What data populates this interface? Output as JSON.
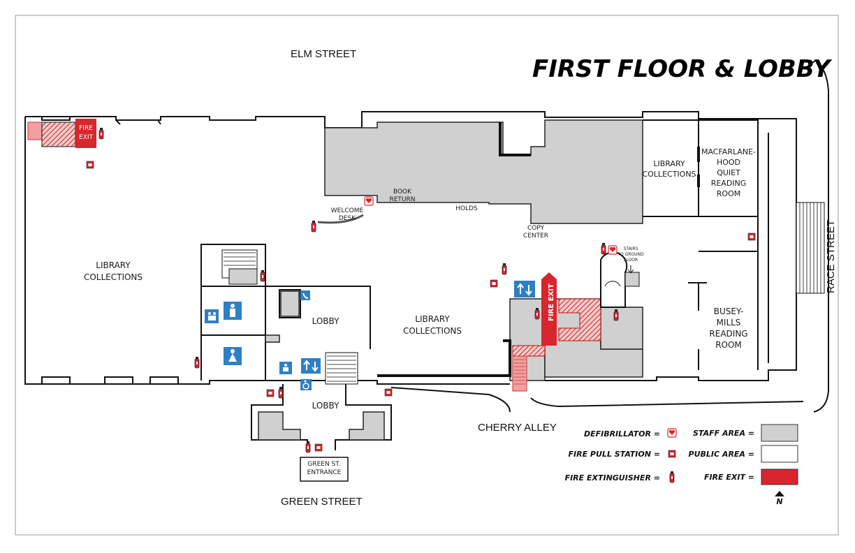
{
  "title": "FIRST FLOOR & LOBBY",
  "streets": {
    "north": "ELM STREET",
    "south": "GREEN STREET",
    "east": "RACE STREET",
    "alley": "CHERRY ALLEY"
  },
  "rooms": {
    "west_collections": [
      "LIBRARY",
      "COLLECTIONS"
    ],
    "center_collections": [
      "LIBRARY",
      "COLLECTIONS"
    ],
    "north_collections": [
      "LIBRARY",
      "COLLECTIONS"
    ],
    "macfarlane": [
      "MACFARLANE-",
      "HOOD",
      "QUIET",
      "READING",
      "ROOM"
    ],
    "busey": [
      "BUSEY-",
      "MILLS",
      "READING",
      "ROOM"
    ],
    "lobby_upper": "LOBBY",
    "lobby_lower": "LOBBY",
    "book_return": [
      "BOOK",
      "RETURN"
    ],
    "holds": "HOLDS",
    "welcome_desk": [
      "WELCOME",
      "DESK"
    ],
    "copy_center": [
      "COPY",
      "CENTER"
    ],
    "stairs_ground": [
      "STAIRS",
      "TO GROUND",
      "FLOOR"
    ],
    "green_entrance": [
      "GREEN ST.",
      "ENTRANCE"
    ]
  },
  "fire_exit_labels": {
    "northwest": [
      "FIRE",
      "EXIT"
    ],
    "center": "FIRE EXIT"
  },
  "legend": {
    "defibrillator": "DEFIBRILLATOR =",
    "fire_pull": "FIRE PULL STATION =",
    "extinguisher": "FIRE EXTINGUISHER =",
    "staff_area": "STAFF AREA =",
    "public_area": "PUBLIC AREA =",
    "fire_exit": "FIRE EXIT =",
    "north": "N"
  },
  "colors": {
    "staff_area": "#d0d0d0",
    "public_area": "#ffffff",
    "fire_exit": "#d7262e",
    "accessibility_blue": "#2f7fc4"
  },
  "icons": [
    "fire-extinguisher-icon",
    "fire-pull-station-icon",
    "defibrillator-icon",
    "elevator-icon",
    "restroom-men-icon",
    "restroom-women-icon",
    "family-restroom-icon",
    "wheelchair-icon",
    "telephone-icon",
    "north-arrow-icon"
  ]
}
